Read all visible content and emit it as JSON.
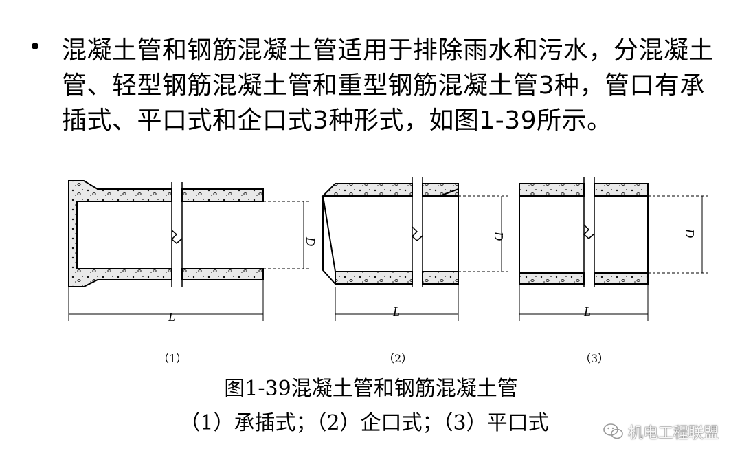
{
  "slide": {
    "bullet_text": "混凝土管和钢筋混凝土管适用于排除雨水和污水，分混凝土管、轻型钢筋混凝土管和重型钢筋混凝土管3种，管口有承插式、平口式和企口式3种形式，如图1-39所示。"
  },
  "figure": {
    "parts": [
      {
        "dimension_length": "L",
        "dimension_diameter": "D",
        "label": "（1）"
      },
      {
        "dimension_length": "L",
        "dimension_diameter": "D",
        "label": "（2）"
      },
      {
        "dimension_length": "L",
        "dimension_diameter": "D",
        "label": "（3）"
      }
    ],
    "caption": "图1-39混凝土管和钢筋混凝土管",
    "subcaption": "（1）承插式；（2）企口式；（3）平口式"
  },
  "watermark": {
    "text": "机电工程联盟",
    "icon": "wechat-icon"
  }
}
